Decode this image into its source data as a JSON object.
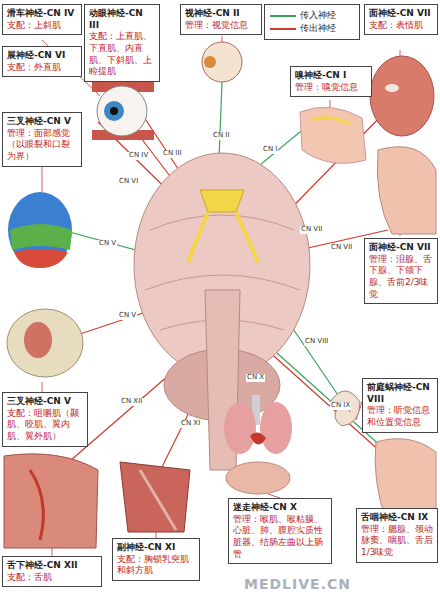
{
  "diagram": {
    "nodes": [
      {
        "text": [
          "滑车神经-CN IV",
          "支配：上斜肌"
        ]
      },
      {
        "text": [
          "动眼神经-CN III",
          "支配：上直肌、下直肌、内直肌、下斜肌、上睑提肌"
        ]
      },
      {
        "text": [
          "视神经-CN II",
          "管理：视觉信息"
        ]
      },
      {
        "text": [
          "面神经-CN VII",
          "支配：表情肌"
        ]
      },
      {
        "text": [
          "展神经-CN VI",
          "支配：外直肌"
        ]
      },
      {
        "text": [
          "嗅神经-CN I",
          "管理：嗅觉信息"
        ]
      },
      {
        "text": [
          "三叉神经-CN V",
          "管理：面部感觉（以眼裂和口裂为界）"
        ]
      },
      {
        "text": [
          "面神经-CN VII",
          "管理：泪腺、舌下腺、下颌下腺、舌前2/3味觉"
        ]
      },
      {
        "text": [
          "前庭蜗神经-CN VIII",
          "管理：听觉信息和位置觉信息"
        ]
      },
      {
        "text": [
          "三叉神经-CN V",
          "支配：咀嚼肌（颞肌、咬肌、翼内肌、翼外肌）"
        ]
      },
      {
        "text": [
          "迷走神经-CN X",
          "管理：喉肌、喉粘膜、心脏、肺、腹腔实质性脏器、结肠左曲以上肠管"
        ]
      },
      {
        "text": [
          "舌咽神经-CN IX",
          "管理：腮腺、颈动脉窦、咽肌、舌后1/3味觉"
        ]
      },
      {
        "text": [
          "副神经-CN XI",
          "支配：胸锁乳突肌和斜方肌"
        ]
      },
      {
        "text": [
          "舌下神经-CN XII",
          "支配：舌肌"
        ]
      }
    ],
    "labels": [
      "CN IV",
      "CN III",
      "CN VI",
      "CN II",
      "CN I",
      "CN V",
      "CN VII",
      "CN VII",
      "CN V",
      "CN VIII",
      "CN IX",
      "CN X",
      "CN XI",
      "CN XII",
      "MEDLIVE.CN"
    ],
    "legend": [
      {
        "text": "传入神经"
      },
      {
        "text": "传出神经"
      }
    ]
  }
}
